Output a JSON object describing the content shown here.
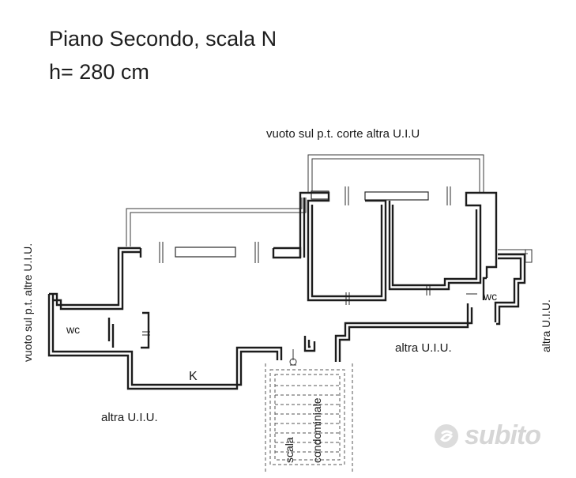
{
  "header": {
    "title": "Piano Secondo, scala N",
    "subtitle": "h= 280 cm"
  },
  "labels": {
    "void_top": "vuoto sul p.t. corte altra U.I.U",
    "void_left": "vuoto sul p.t. altre U.I.U.",
    "wc_left": "wc",
    "wc_right": "wc",
    "kitchen": "K",
    "other_unit_bottom": "altra U.I.U.",
    "other_unit_right": "altra U.I.U.",
    "other_unit_far_right": "altra U.I.U.",
    "stair_scala": "scala",
    "stair_condominiale": "condominiale"
  },
  "watermark": {
    "text": "subito",
    "color": "#d6d6d6"
  }
}
